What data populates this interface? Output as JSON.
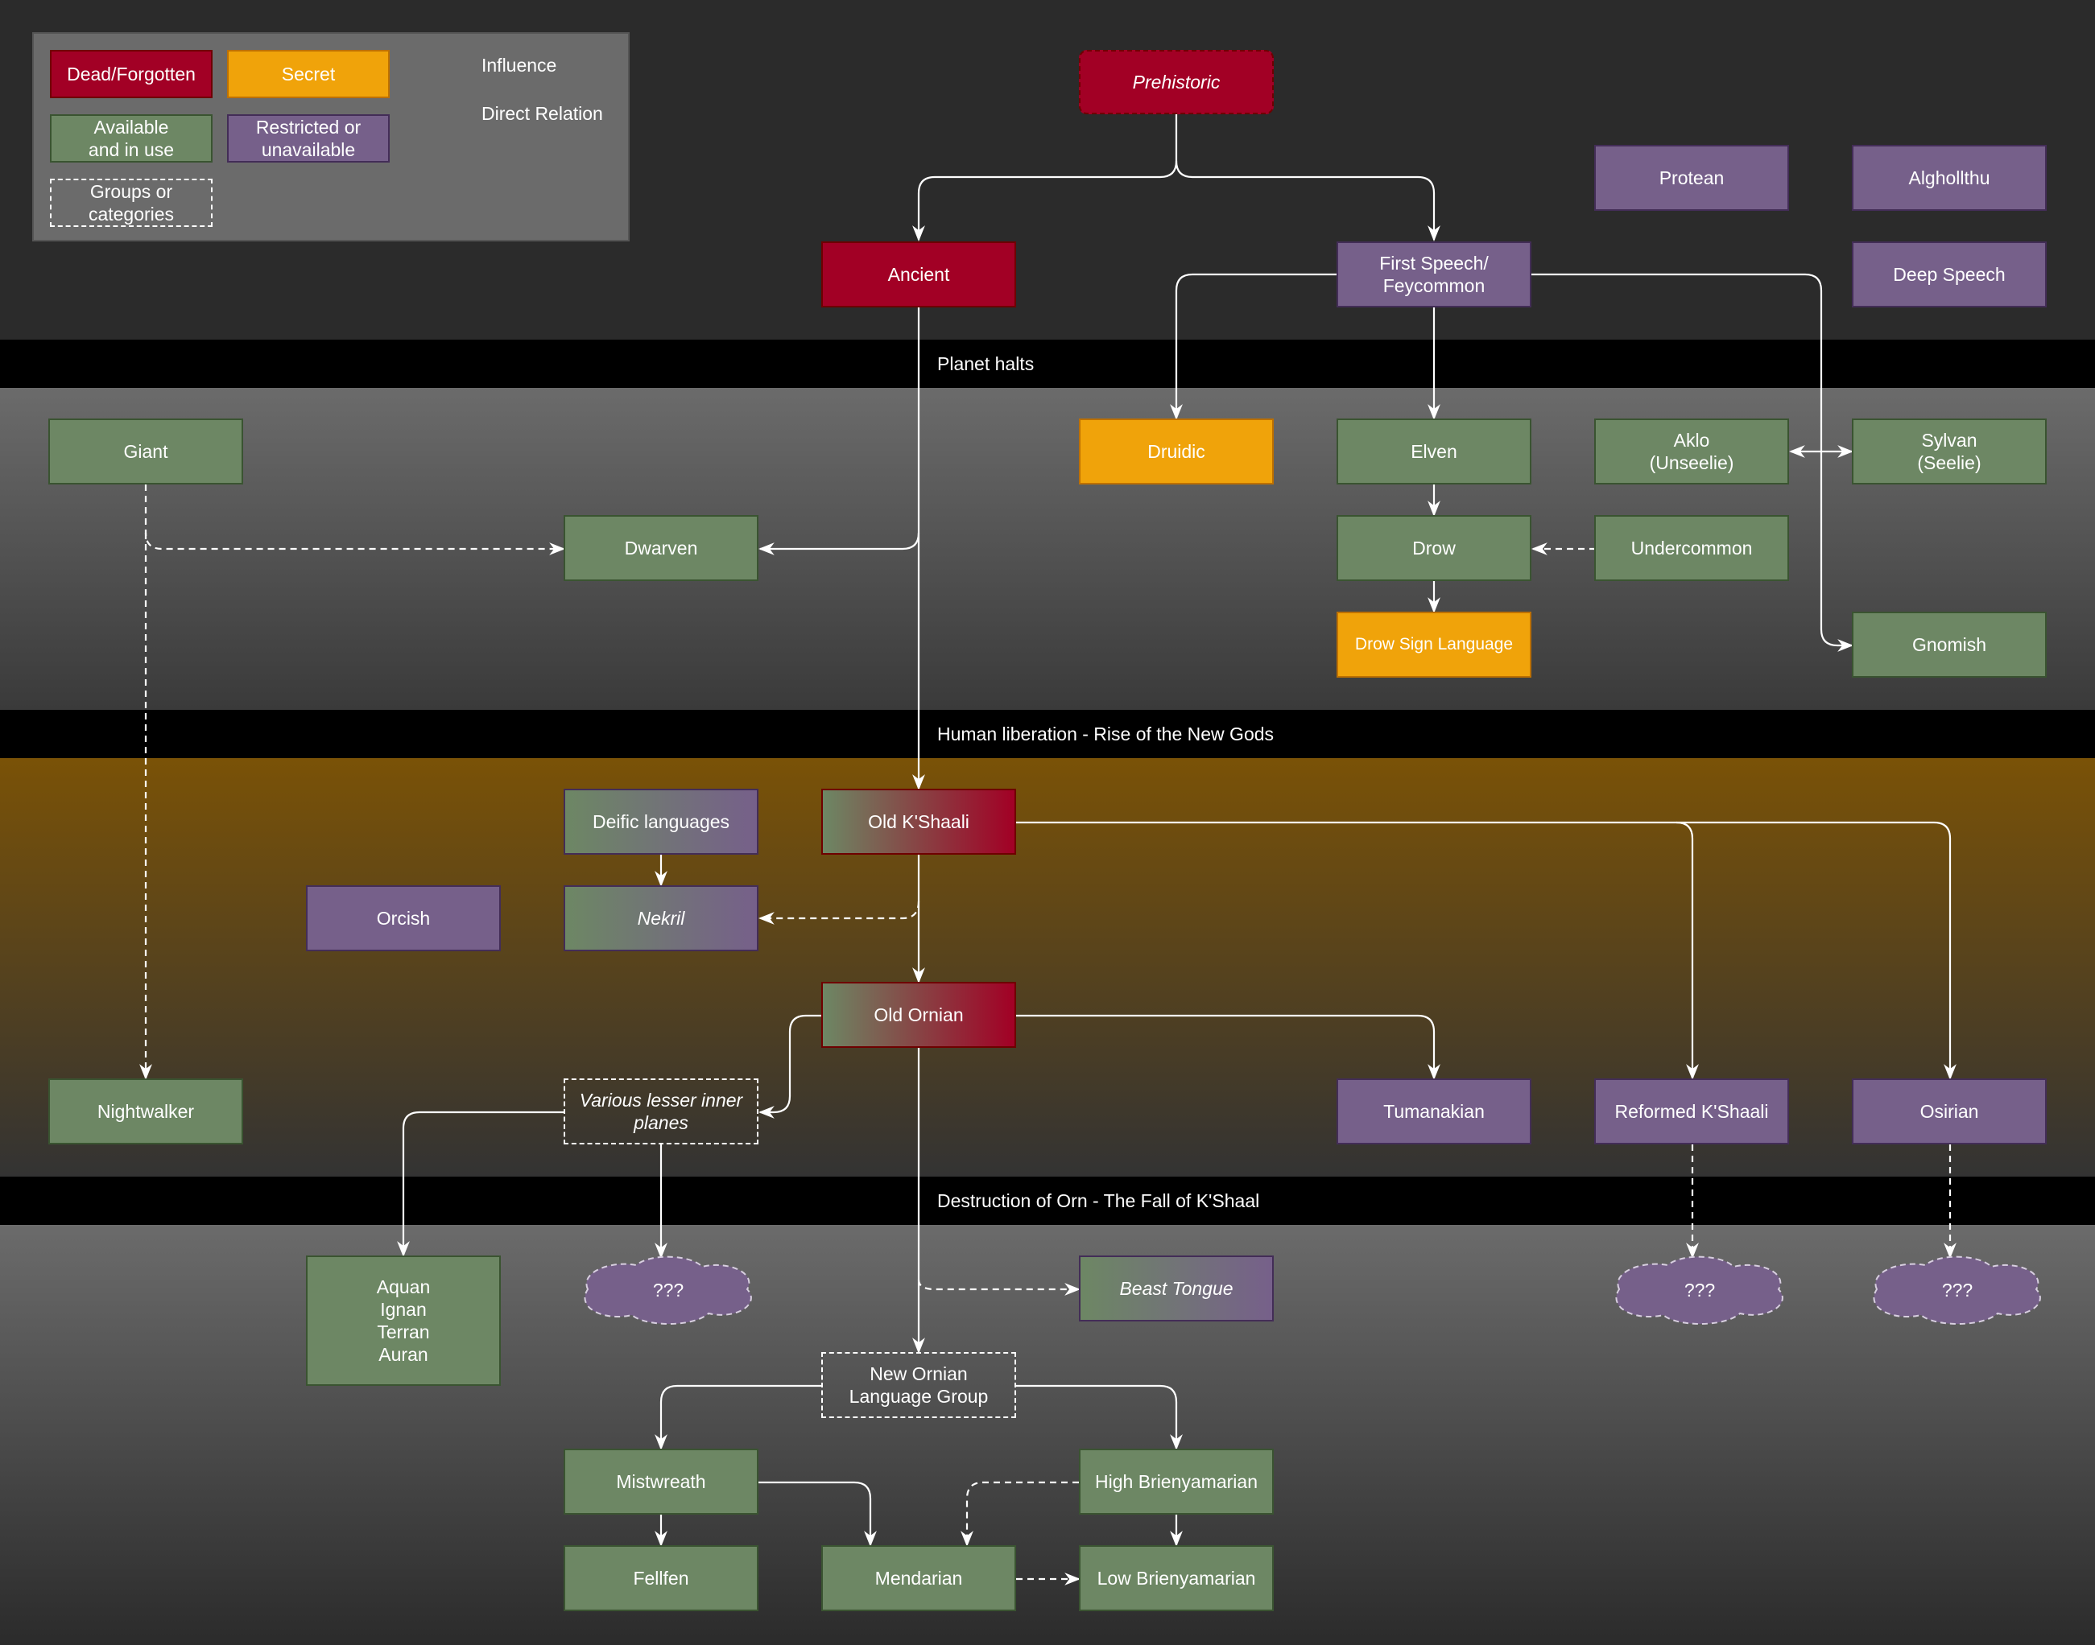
{
  "legend": {
    "dead": "Dead/Forgotten",
    "secret": "Secret",
    "available": "Available\nand in use",
    "restricted": "Restricted or\nunavailable",
    "groups": "Groups or\ncategories",
    "influence": "Influence",
    "direct": "Direct Relation"
  },
  "eras": {
    "planet_halts": "Planet halts",
    "human_liberation": "Human liberation - Rise of the New Gods",
    "destruction": "Destruction of Orn - The Fall of K'Shaal"
  },
  "nodes": {
    "prehistoric": "Prehistoric",
    "ancient": "Ancient",
    "first_speech": "First Speech/\nFeycommon",
    "protean": "Protean",
    "alghollthu": "Alghollthu",
    "deep_speech": "Deep Speech",
    "giant": "Giant",
    "dwarven": "Dwarven",
    "druidic": "Druidic",
    "elven": "Elven",
    "aklo": "Aklo\n(Unseelie)",
    "sylvan": "Sylvan\n(Seelie)",
    "drow": "Drow",
    "undercommon": "Undercommon",
    "drow_sign": "Drow Sign Language",
    "gnomish": "Gnomish",
    "deific": "Deific languages",
    "old_kshaali": "Old K'Shaali",
    "orcish": "Orcish",
    "nekril": "Nekril",
    "old_ornian": "Old Ornian",
    "nightwalker": "Nightwalker",
    "lesser_planes": "Various lesser inner\nplanes",
    "tumanakian": "Tumanakian",
    "reformed_kshaali": "Reformed K'Shaali",
    "osirian": "Osirian",
    "elementals": "Aquan\nIgnan\nTerran\nAuran",
    "unknown_1": "???",
    "beast_tongue": "Beast Tongue",
    "unknown_2": "???",
    "unknown_3": "???",
    "new_ornian": "New Ornian\nLanguage Group",
    "mistwreath": "Mistwreath",
    "high_brienyamarian": "High Brienyamarian",
    "fellfen": "Fellfen",
    "mendarian": "Mendarian",
    "low_brienyamarian": "Low Brienyamarian"
  },
  "colors": {
    "dead": "#a20025",
    "secret": "#f0a30a",
    "available": "#6d8764",
    "restricted": "#76608a",
    "era_band": "#000000",
    "human_era_band": "#7a5207"
  }
}
